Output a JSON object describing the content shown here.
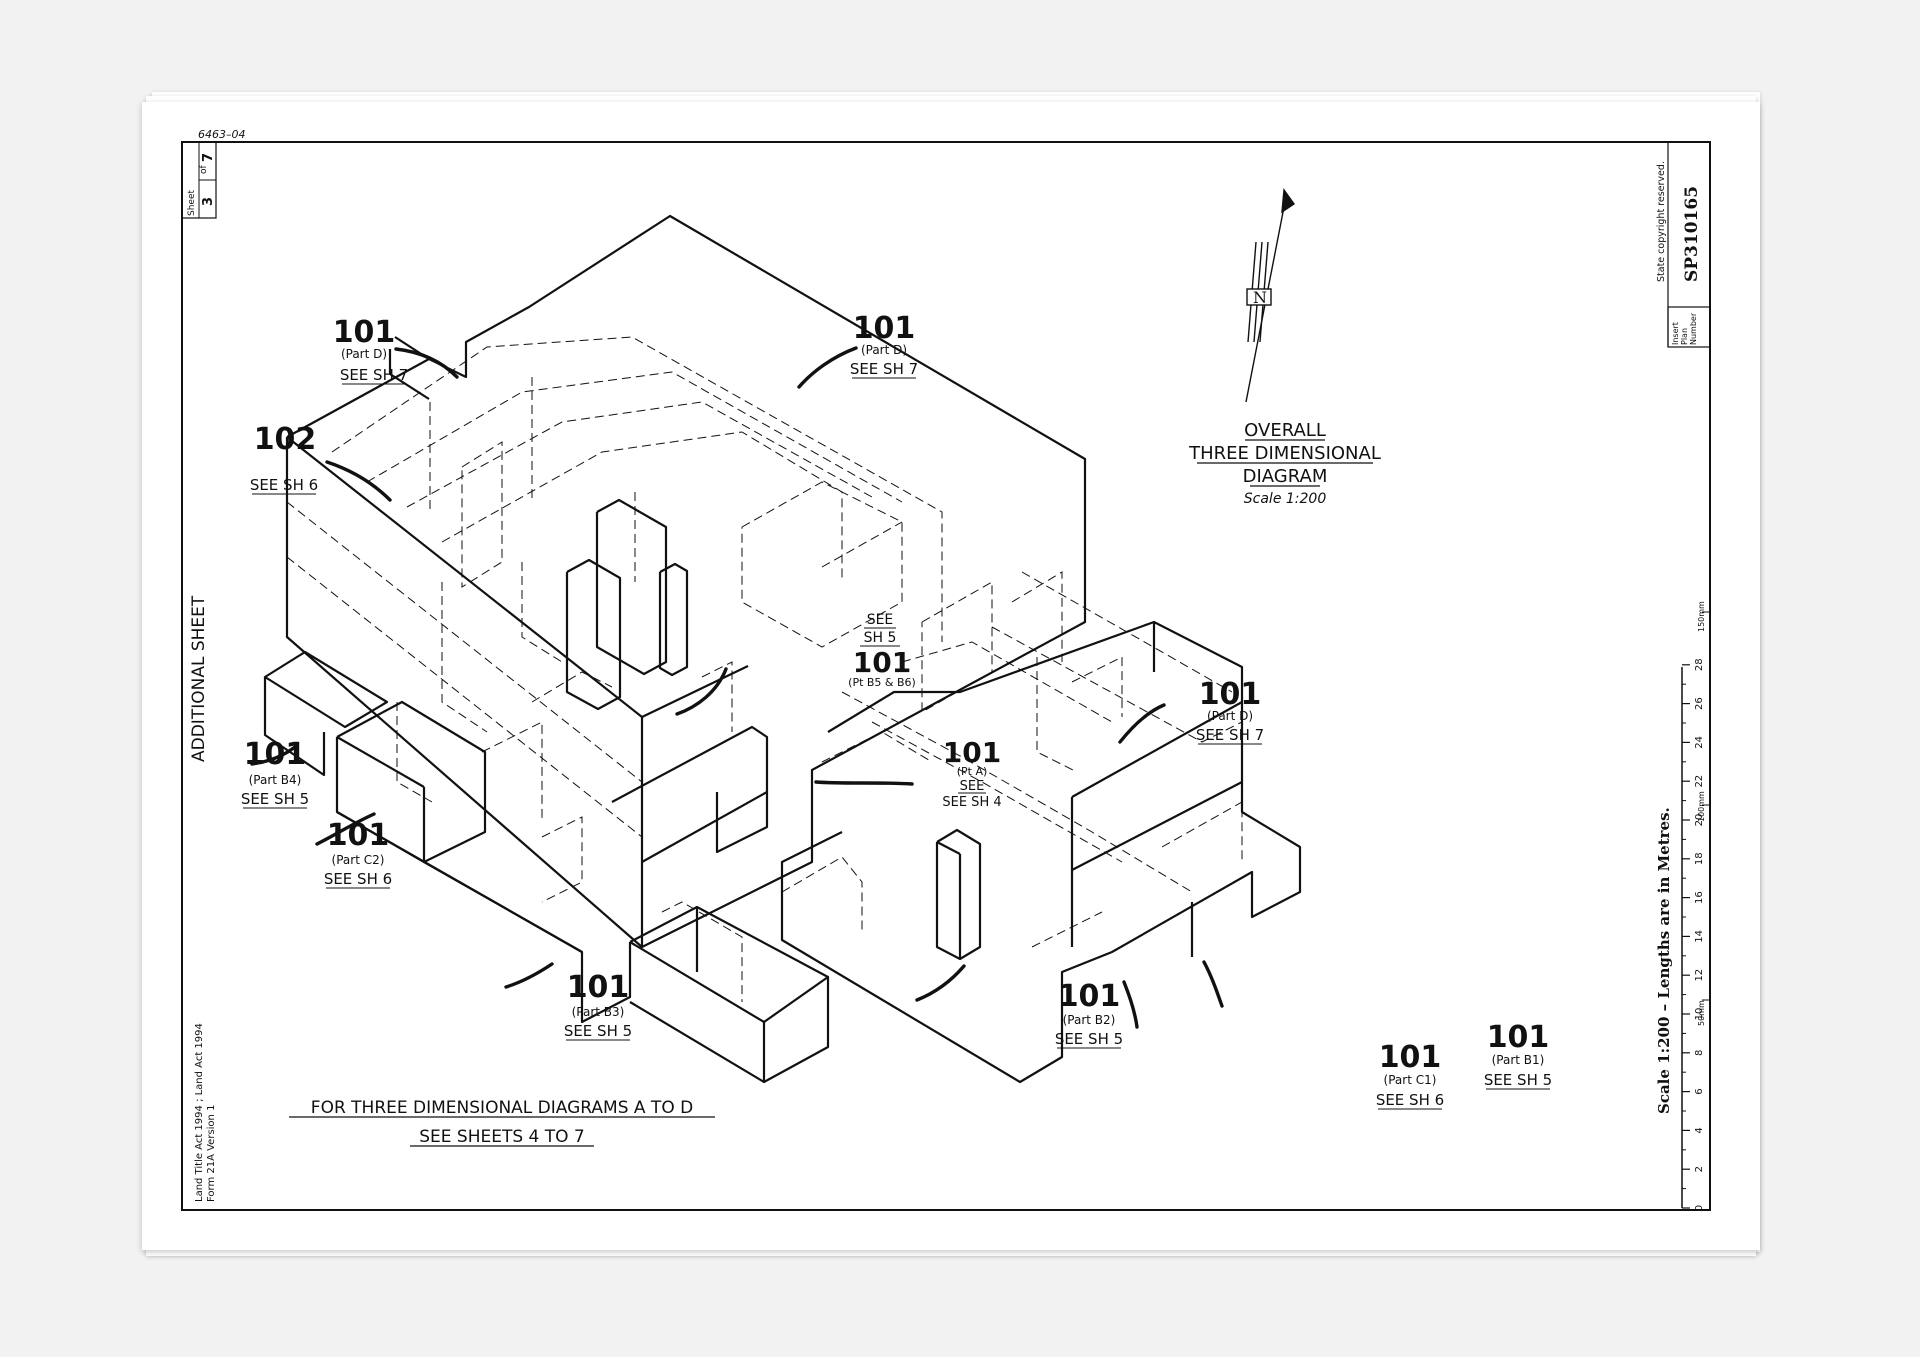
{
  "drawing_number": "6463–04",
  "sheet_box": {
    "sheet_label": "Sheet",
    "sheet_number": "3",
    "of_label": "of",
    "total_sheets": "7"
  },
  "side_title": "ADDITIONAL SHEET",
  "legal_text": {
    "line1": "Land Title Act 1994 ; Land Act 1994",
    "line2": "Form 21A Version 1"
  },
  "copyright": "State copyright reserved.",
  "plan_number_label": {
    "line1": "Insert",
    "line2": "Plan",
    "line3": "Number"
  },
  "plan_number": "SP310165",
  "north_letter": "N",
  "title": {
    "line1": "OVERALL",
    "line2": "THREE DIMENSIONAL",
    "line3": "DIAGRAM",
    "scale": "Scale 1:200"
  },
  "footer_note": {
    "line1": "FOR THREE DIMENSIONAL DIAGRAMS A TO D",
    "line2": "SEE SHEETS 4 TO 7"
  },
  "scale_bar": {
    "caption": "Scale 1:200 – Lengths are in Metres.",
    "ticks": [
      "0",
      "2",
      "4",
      "6",
      "8",
      "10",
      "12",
      "14",
      "16",
      "18",
      "20",
      "22",
      "24",
      "26",
      "28"
    ],
    "mm_labels": [
      "50mm",
      "100mm",
      "150mm"
    ]
  },
  "labels": [
    {
      "id": "lot-101-part-d-left",
      "number": "101",
      "part": "(Part D)",
      "see": "SEE SH 7"
    },
    {
      "id": "lot-101-part-d-top",
      "number": "101",
      "part": "(Part D)",
      "see": "SEE SH 7"
    },
    {
      "id": "lot-102",
      "number": "102",
      "part": "",
      "see": "SEE SH 6"
    },
    {
      "id": "lot-101-pt-b5-b6",
      "number": "101",
      "part": "(Pt B5 & B6)",
      "see": "SEE SH 5"
    },
    {
      "id": "lot-101-part-b4",
      "number": "101",
      "part": "(Part B4)",
      "see": "SEE SH 5"
    },
    {
      "id": "lot-101-pt-a",
      "number": "101",
      "part": "(Pt A)",
      "see": "SEE SH 4"
    },
    {
      "id": "lot-101-part-d-right",
      "number": "101",
      "part": "(Part D)",
      "see": "SEE SH 7"
    },
    {
      "id": "lot-101-part-c2",
      "number": "101",
      "part": "(Part C2)",
      "see": "SEE SH 6"
    },
    {
      "id": "lot-101-part-b3",
      "number": "101",
      "part": "(Part B3)",
      "see": "SEE SH 5"
    },
    {
      "id": "lot-101-part-b2",
      "number": "101",
      "part": "(Part B2)",
      "see": "SEE SH 5"
    },
    {
      "id": "lot-101-part-c1",
      "number": "101",
      "part": "(Part C1)",
      "see": "SEE SH 6"
    },
    {
      "id": "lot-101-part-b1",
      "number": "101",
      "part": "(Part B1)",
      "see": "SEE SH 5"
    }
  ]
}
